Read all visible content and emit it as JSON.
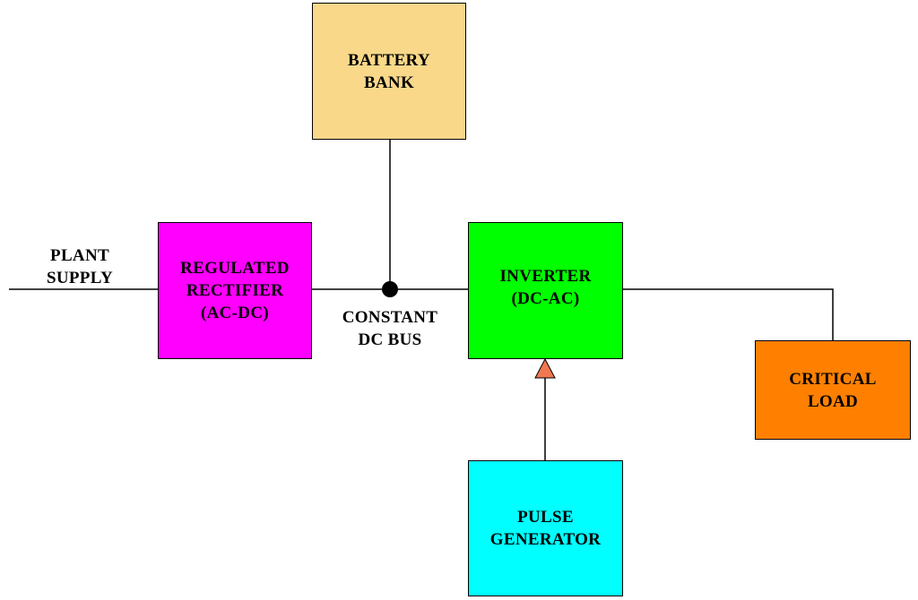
{
  "colors": {
    "battery": "#F9D88A",
    "rectifier": "#FF00FF",
    "inverter": "#00FF00",
    "pulse": "#00FFFF",
    "load": "#FF8000",
    "pulse_arrow": "#F07850",
    "wire": "#000000"
  },
  "blocks": {
    "battery": {
      "line1": "BATTERY",
      "line2": "BANK"
    },
    "rectifier": {
      "line1": "REGULATED",
      "line2": "RECTIFIER",
      "line3": "(AC-DC)"
    },
    "inverter": {
      "line1": "INVERTER",
      "line2": "(DC-AC)"
    },
    "pulse": {
      "line1": "PULSE",
      "line2": "GENERATOR"
    },
    "load": {
      "line1": "CRITICAL",
      "line2": "LOAD"
    }
  },
  "labels": {
    "plant_supply": {
      "line1": "PLANT",
      "line2": "SUPPLY"
    },
    "dc_bus": {
      "line1": "CONSTANT",
      "line2": "DC BUS"
    }
  }
}
